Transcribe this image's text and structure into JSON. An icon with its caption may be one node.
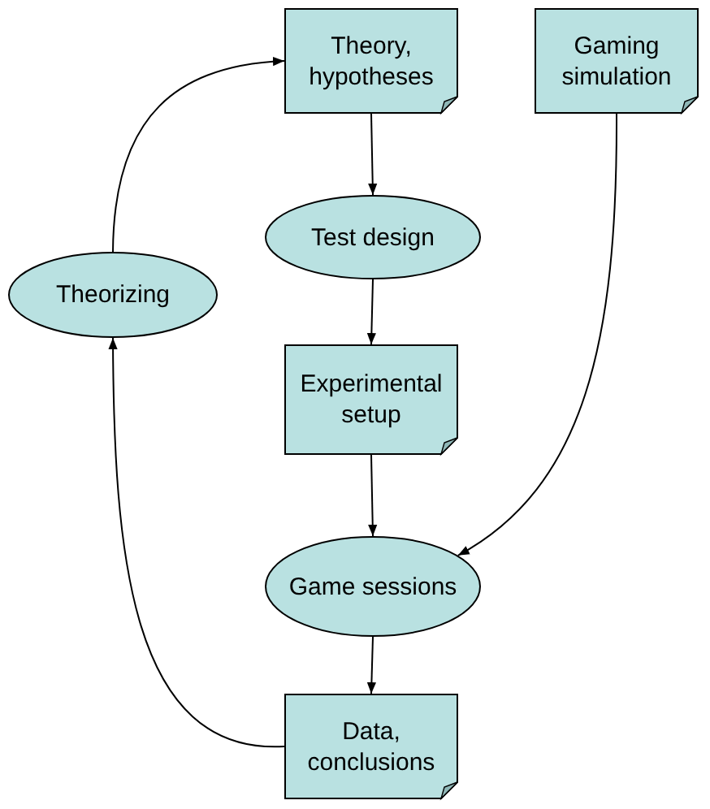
{
  "diagram": {
    "nodes": [
      {
        "text": [
          "Theory, hypotheses"
        ]
      },
      {
        "text": [
          "Gaming simulation"
        ]
      },
      {
        "text": [
          "Test design"
        ]
      },
      {
        "text": [
          "Theorizing"
        ]
      },
      {
        "text": [
          "Experimental setup"
        ]
      },
      {
        "text": [
          "Game sessions"
        ]
      },
      {
        "text": [
          "Data, conclusions"
        ]
      }
    ],
    "edges": [
      {
        "from": 0,
        "to": 2,
        "arrow": "to"
      },
      {
        "from": 2,
        "to": 4,
        "arrow": "to"
      },
      {
        "from": 4,
        "to": 5,
        "arrow": "to"
      },
      {
        "from": 1,
        "to": 5,
        "arrow": "to"
      },
      {
        "from": 5,
        "to": 6,
        "arrow": "to"
      },
      {
        "from": 6,
        "to": 3,
        "arrow": "to"
      },
      {
        "from": 3,
        "to": 0,
        "arrow": "to"
      }
    ]
  }
}
